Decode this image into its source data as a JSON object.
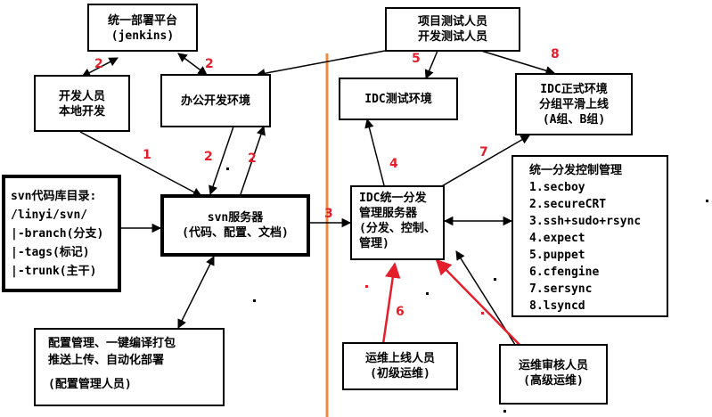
{
  "nodes": {
    "jenkins": {
      "lines": [
        "统一部署平台",
        "(jenkins)"
      ]
    },
    "dev_local": {
      "lines": [
        "开发人员",
        "本地开发"
      ]
    },
    "office_dev": {
      "lines": [
        "办公开发环境"
      ]
    },
    "testers": {
      "lines": [
        "项目测试人员",
        "开发测试人员"
      ]
    },
    "idc_test": {
      "lines": [
        "IDC测试环境"
      ]
    },
    "idc_prod": {
      "lines": [
        "IDC正式环境",
        "分组平滑上线",
        "(A组、B组)"
      ]
    },
    "svn_repo": {
      "lines": [
        "svn代码库目录:",
        "/linyi/svn/",
        "|-branch(分支)",
        "|-tags(标记)",
        "|-trunk(主干)"
      ]
    },
    "svn_server": {
      "lines": [
        "svn服务器",
        "(代码、配置、文档)"
      ]
    },
    "idc_mgmt": {
      "lines": [
        "IDC统一分发",
        "管理服务器",
        "(分发、控制、",
        "管理)"
      ]
    },
    "tools": {
      "lines": [
        "统一分发控制管理",
        "1.secboy",
        "2.secureCRT",
        "3.ssh+sudo+rsync",
        "4.expect",
        "5.puppet",
        "6.cfengine",
        "7.sersync",
        "8.lsyncd"
      ]
    },
    "config_mgmt": {
      "lines": [
        "配置管理、一键编译打包",
        "推送上传、自动化部署",
        "",
        "(配置管理人员)"
      ]
    },
    "ops_junior": {
      "lines": [
        "运维上线人员",
        "(初级运维)"
      ]
    },
    "ops_senior": {
      "lines": [
        "运维审核人员",
        "(高级运维)"
      ]
    }
  },
  "step_labels": {
    "n2a": "2",
    "n2b": "2",
    "n1": "1",
    "n2c": "2",
    "n2d": "2",
    "n3": "3",
    "n4": "4",
    "n5": "5",
    "n6": "6",
    "n7": "7",
    "n8": "8"
  },
  "colors": {
    "arrow": "#000000",
    "highlight": "#e41e2b",
    "divider": "#f08a3c"
  }
}
